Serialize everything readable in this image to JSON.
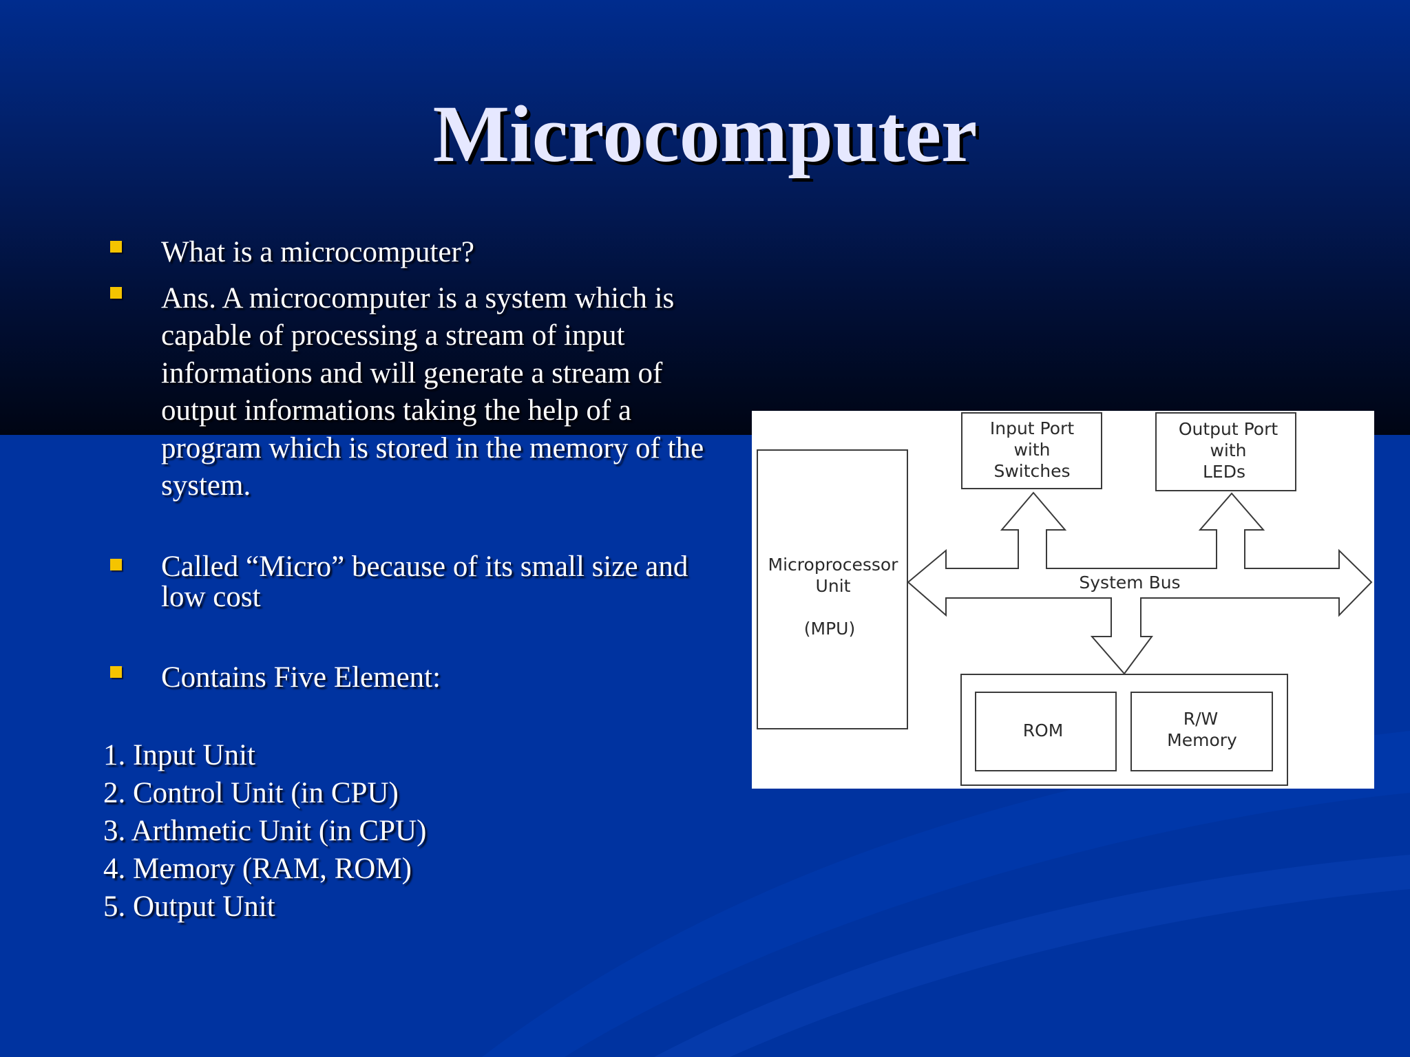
{
  "slide": {
    "title": "Microcomputer",
    "bullets": [
      "What is a microcomputer?",
      "Ans.  A microcomputer is a system which is capable of processing a stream of input informations and will generate a stream of output informations taking the help of a program which is stored in the memory of the system.",
      "Called “Micro” because of its small size and low cost",
      "Contains Five Element:"
    ],
    "numbered_list": [
      "1. Input Unit",
      "2. Control Unit (in CPU)",
      "3. Arthmetic Unit (in CPU)",
      "4. Memory (RAM, ROM)",
      "5. Output Unit"
    ]
  },
  "diagram": {
    "mpu": {
      "line1": "Microprocessor",
      "line2": "Unit",
      "line3": "(MPU)"
    },
    "input_port": {
      "line1": "Input Port",
      "line2": "with",
      "line3": "Switches"
    },
    "output_port": {
      "line1": "Output Port",
      "line2": "with",
      "line3": "LEDs"
    },
    "system_bus": "System Bus",
    "rom": "ROM",
    "rw_memory": {
      "line1": "R/W",
      "line2": "Memory"
    }
  },
  "colors": {
    "background_top": "#021e63",
    "background_bottom": "#0033a0",
    "bullet": "#f5c400",
    "title_text": "#e6e8ff"
  }
}
